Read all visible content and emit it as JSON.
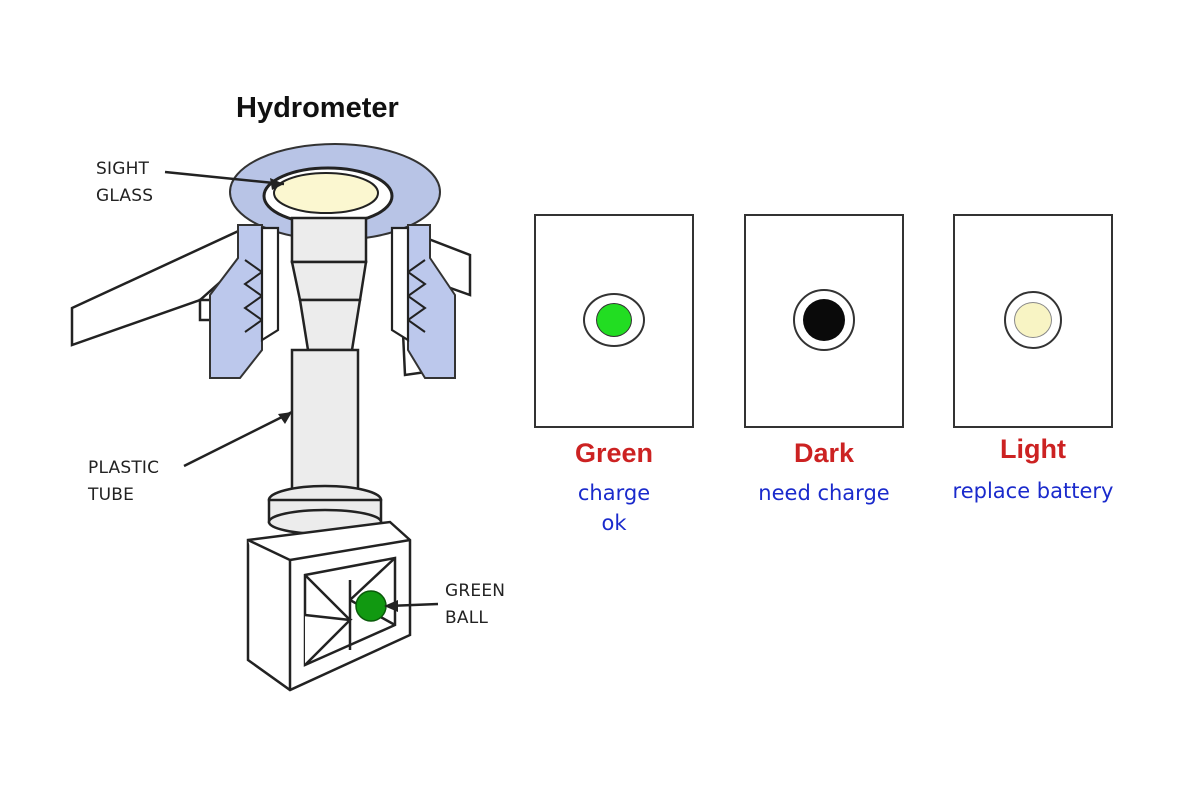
{
  "diagram": {
    "title": "Hydrometer",
    "callouts": {
      "sight_glass": [
        "SIGHT",
        "GLASS"
      ],
      "plastic_tube": [
        "PLASTIC",
        "TUBE"
      ],
      "green_ball": [
        "GREEN",
        "BALL"
      ]
    }
  },
  "indicators": [
    {
      "label": "Green",
      "desc_lines": [
        "charge",
        "ok"
      ],
      "dot_color": "#22dd22",
      "label_color": "#cc2222",
      "desc_color": "#1a2acc"
    },
    {
      "label": "Dark",
      "desc_lines": [
        "need charge"
      ],
      "dot_color": "#0a0a0a",
      "label_color": "#cc2222",
      "desc_color": "#1a2acc"
    },
    {
      "label": "Light",
      "desc_lines": [
        "replace battery"
      ],
      "dot_color": "#f8f4c4",
      "label_color": "#cc2222",
      "desc_color": "#1a2acc"
    }
  ],
  "colors": {
    "sight_glass_ring": "#b8c4e6",
    "sight_glass_lens": "#fbf7d0",
    "cap_body": "#bcc8ec",
    "ball": "#119911",
    "outline": "#222222"
  }
}
